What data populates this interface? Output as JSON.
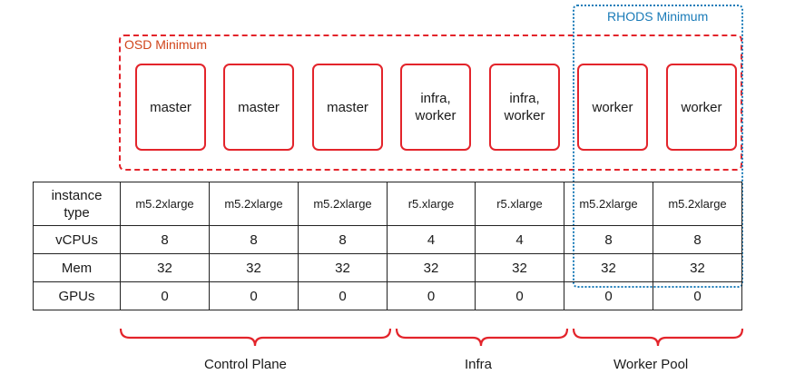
{
  "zones": {
    "osd": {
      "label": "OSD Minimum",
      "color": "#d0451b"
    },
    "rhods": {
      "label": "RHODS Minimum",
      "color": "#1a7bb8"
    }
  },
  "nodes": [
    {
      "label": "master"
    },
    {
      "label": "master"
    },
    {
      "label": "master"
    },
    {
      "label": "infra,\nworker"
    },
    {
      "label": "infra,\nworker"
    },
    {
      "label": "worker"
    },
    {
      "label": "worker"
    }
  ],
  "table": {
    "row_headers": [
      "instance\ntype",
      "vCPUs",
      "Mem",
      "GPUs"
    ],
    "columns": [
      {
        "instance_type": "m5.2xlarge",
        "vcpus": "8",
        "mem": "32",
        "gpus": "0"
      },
      {
        "instance_type": "m5.2xlarge",
        "vcpus": "8",
        "mem": "32",
        "gpus": "0"
      },
      {
        "instance_type": "m5.2xlarge",
        "vcpus": "8",
        "mem": "32",
        "gpus": "0"
      },
      {
        "instance_type": "r5.xlarge",
        "vcpus": "4",
        "mem": "32",
        "gpus": "0"
      },
      {
        "instance_type": "r5.xlarge",
        "vcpus": "4",
        "mem": "32",
        "gpus": "0"
      },
      {
        "instance_type": "m5.2xlarge",
        "vcpus": "8",
        "mem": "32",
        "gpus": "0"
      },
      {
        "instance_type": "m5.2xlarge",
        "vcpus": "8",
        "mem": "32",
        "gpus": "0"
      }
    ]
  },
  "groups": [
    "Control Plane",
    "Infra",
    "Worker Pool"
  ],
  "colors": {
    "node_border": "#e3242b",
    "brace": "#e3242b",
    "table_border": "#222222"
  }
}
